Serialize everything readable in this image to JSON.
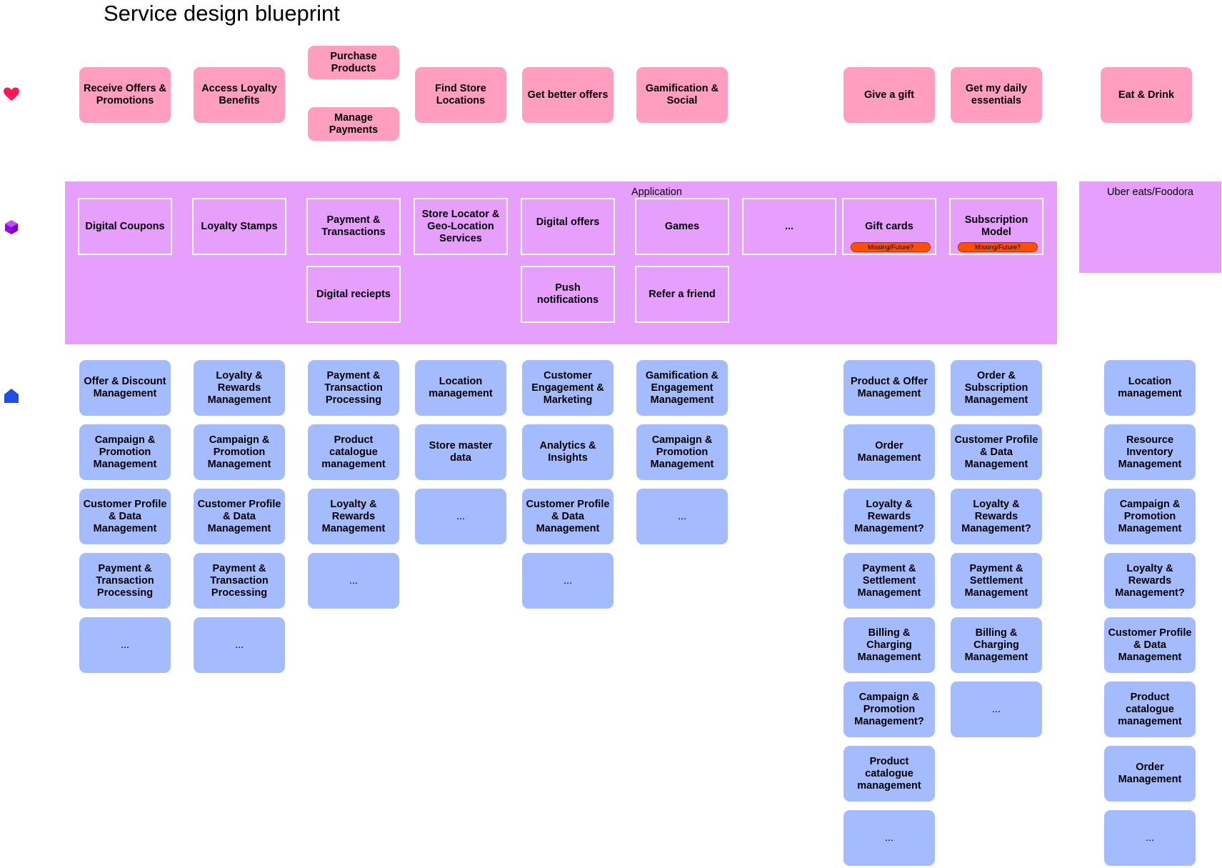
{
  "title": "Service design blueprint",
  "lane_icons": {
    "needs": "heart-icon",
    "applications": "cube-icon",
    "capabilities": "house-icon"
  },
  "colors": {
    "goal": "#ff9ebf",
    "band": "#e69ffd",
    "capability": "#a4bbfd",
    "flag": "#ff4f00",
    "heart": "#ff1654",
    "cube": "#9b00e8",
    "house": "#1f4fe0"
  },
  "goals": [
    "Receive Offers & Promotions",
    "Access Loyalty Benefits",
    "Purchase Products",
    "Manage Payments",
    "Find Store Locations",
    "Get better offers",
    "Gamification & Social",
    "Give a gift",
    "Get my daily essentials",
    "Eat & Drink"
  ],
  "bands": {
    "application": "Application",
    "external": "Uber eats/Foodora"
  },
  "features": [
    "Digital Coupons",
    "Loyalty Stamps",
    "Payment & Transactions",
    "Store Locator & Geo-Location Services",
    "Digital offers",
    "Games",
    "...",
    "Gift cards",
    "Subscription Model",
    "Digital reciepts",
    "Push notifications",
    "Refer a friend"
  ],
  "flags": [
    "Missing/Future?",
    "Missing/Future?"
  ],
  "capabilities": {
    "col1": [
      "Offer & Discount Management",
      "Campaign & Promotion Management",
      "Customer Profile & Data Management",
      "Payment & Transaction Processing",
      "..."
    ],
    "col2": [
      "Loyalty & Rewards Management",
      "Campaign & Promotion Management",
      "Customer Profile & Data Management",
      "Payment & Transaction Processing",
      "..."
    ],
    "col3": [
      "Payment & Transaction Processing",
      "Product catalogue management",
      "Loyalty & Rewards Management",
      "..."
    ],
    "col4": [
      "Location management",
      "Store master data",
      "..."
    ],
    "col5": [
      "Customer Engagement & Marketing",
      "Analytics & Insights",
      "Customer Profile & Data Management",
      "..."
    ],
    "col6": [
      "Gamification & Engagement Management",
      "Campaign & Promotion Management",
      "..."
    ],
    "col7": [
      "Product & Offer Management",
      "Order Management",
      "Loyalty & Rewards Management?",
      "Payment & Settlement Management",
      "Billing & Charging Management",
      "Campaign & Promotion Management?",
      "Product catalogue management",
      "..."
    ],
    "col8": [
      "Order & Subscription Management",
      "Customer Profile & Data Management",
      "Loyalty & Rewards Management?",
      "Payment & Settlement Management",
      "Billing & Charging Management",
      "..."
    ],
    "col9": [
      "Location management",
      "Resource Inventory Management",
      "Campaign & Promotion Management",
      "Loyalty & Rewards Management?",
      "Customer Profile & Data Management",
      "Product catalogue management",
      "Order Management",
      "..."
    ]
  }
}
